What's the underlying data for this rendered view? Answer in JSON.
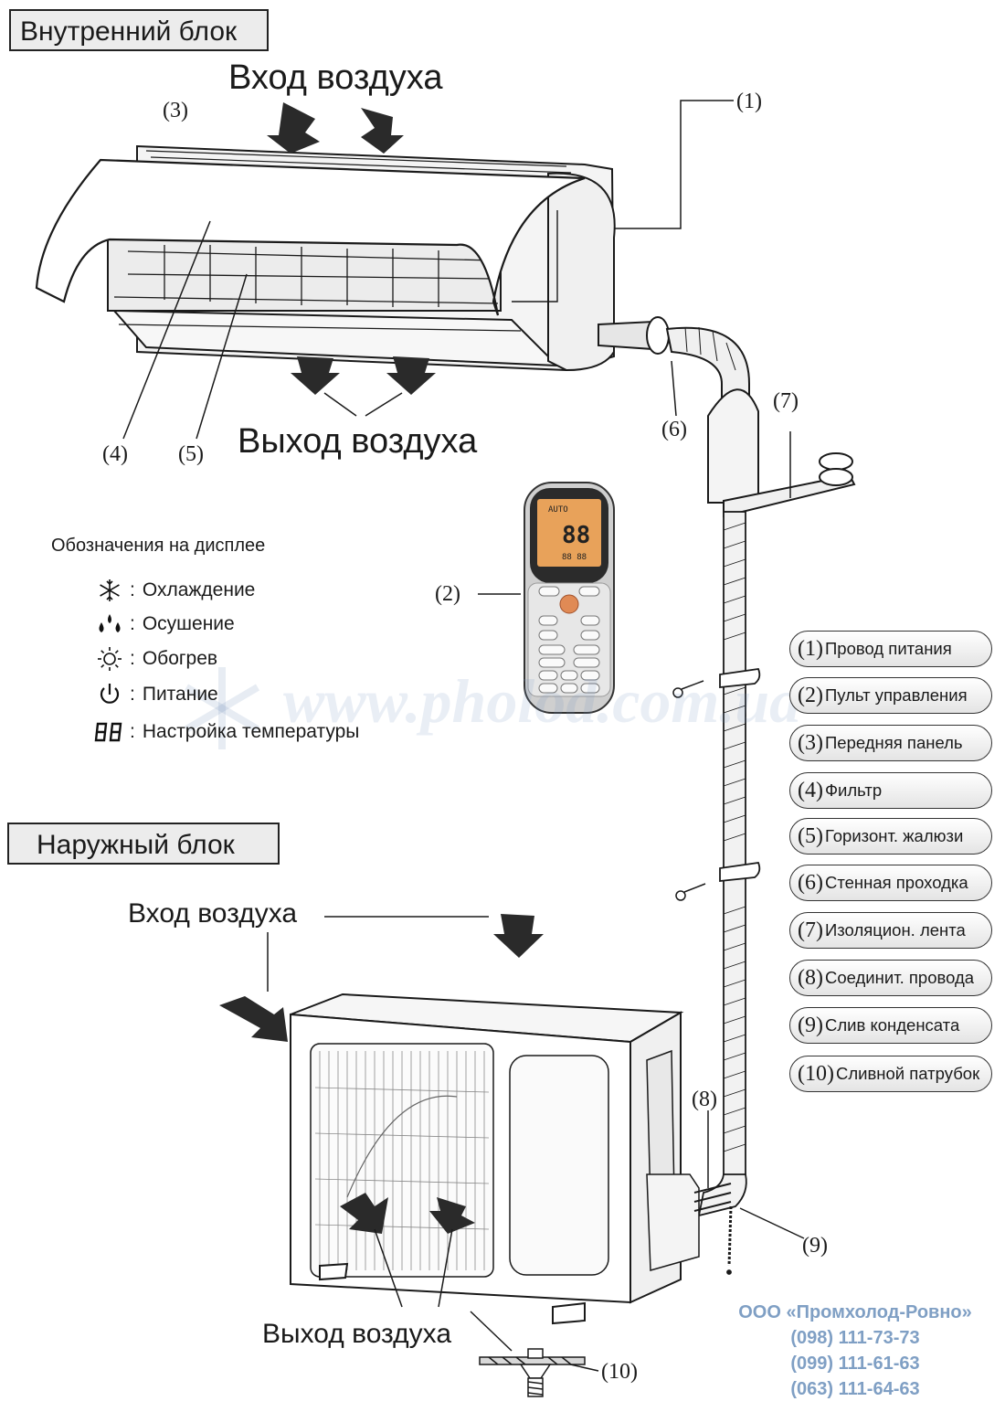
{
  "indoor": {
    "title": "Внутренний блок",
    "air_in": "Вход воздуха",
    "air_out": "Выход воздуха"
  },
  "outdoor": {
    "title": "Наружный блок",
    "air_in": "Вход воздуха",
    "air_out": "Выход воздуха"
  },
  "callouts": {
    "c1": "(1)",
    "c2": "(2)",
    "c3": "(3)",
    "c4": "(4)",
    "c5": "(5)",
    "c6": "(6)",
    "c7": "(7)",
    "c8": "(8)",
    "c9": "(9)",
    "c10": "(10)"
  },
  "display_legend": {
    "title": "Обозначения на дисплее",
    "items": [
      {
        "icon": "snowflake-icon",
        "label": "Охлаждение"
      },
      {
        "icon": "drops-icon",
        "label": "Осушение"
      },
      {
        "icon": "sun-icon",
        "label": "Обогрев"
      },
      {
        "icon": "power-icon",
        "label": "Питание"
      },
      {
        "icon": "segment-88-icon",
        "label": "Настройка температуры"
      }
    ]
  },
  "parts": [
    {
      "num": "(1)",
      "label": "Провод питания"
    },
    {
      "num": "(2)",
      "label": "Пульт управления"
    },
    {
      "num": "(3)",
      "label": "Передняя панель"
    },
    {
      "num": "(4)",
      "label": "Фильтр"
    },
    {
      "num": "(5)",
      "label": "Горизонт. жалюзи"
    },
    {
      "num": "(6)",
      "label": "Стенная проходка"
    },
    {
      "num": "(7)",
      "label": "Изоляцион. лента"
    },
    {
      "num": "(8)",
      "label": "Соединит. провода"
    },
    {
      "num": "(9)",
      "label": "Слив конденсата"
    },
    {
      "num": "(10)",
      "label": "Сливной патрубок"
    }
  ],
  "remote_display": {
    "temp": "88",
    "mode_text": "AUTO"
  },
  "company": {
    "name": "ООО «Промхолод-Ровно»",
    "phones": [
      "(098) 111-73-73",
      "(099) 111-61-63",
      "(063) 111-64-63"
    ]
  },
  "watermark": "www.pholod.com.ua",
  "colors": {
    "company": "#7f9fc4",
    "remote_screen": "#e8a25a",
    "power_button": "#e08a55"
  }
}
